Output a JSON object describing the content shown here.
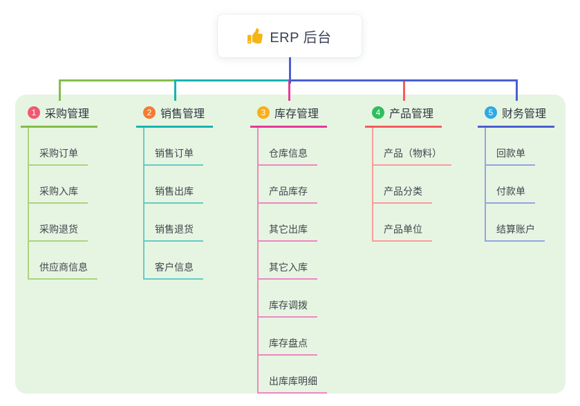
{
  "root": {
    "title": "ERP 后台",
    "icon": "thumbs-up-icon",
    "card_bg": "#ffffff",
    "stem_color": "#4a5ed0",
    "icon_color": "#f5b516"
  },
  "canvas": {
    "bg_color": "#e6f5e1"
  },
  "branches": [
    {
      "badge": "1",
      "label": "采购管理",
      "badge_color": "#f25874",
      "line_color": "#84bd4a",
      "line_light": "#a9d47e",
      "children": [
        "采购订单",
        "采购入库",
        "采购退货",
        "供应商信息"
      ]
    },
    {
      "badge": "2",
      "label": "销售管理",
      "badge_color": "#f57b33",
      "line_color": "#18b4ae",
      "line_light": "#63cbc5",
      "children": [
        "销售订单",
        "销售出库",
        "销售退货",
        "客户信息"
      ]
    },
    {
      "badge": "3",
      "label": "库存管理",
      "badge_color": "#fbae17",
      "line_color": "#e23a97",
      "line_light": "#ee85c2",
      "children": [
        "仓库信息",
        "产品库存",
        "其它出库",
        "其它入库",
        "库存调拨",
        "库存盘点",
        "出库库明细"
      ]
    },
    {
      "badge": "4",
      "label": "产品管理",
      "badge_color": "#2fbd5f",
      "line_color": "#f85a5f",
      "line_light": "#fb9b9e",
      "children": [
        "产品（物料）",
        "产品分类",
        "产品单位"
      ]
    },
    {
      "badge": "5",
      "label": "财务管理",
      "badge_color": "#2fa9e3",
      "line_color": "#4a5ed0",
      "line_light": "#93a3e5",
      "children": [
        "回款单",
        "付款单",
        "结算账户"
      ]
    }
  ]
}
